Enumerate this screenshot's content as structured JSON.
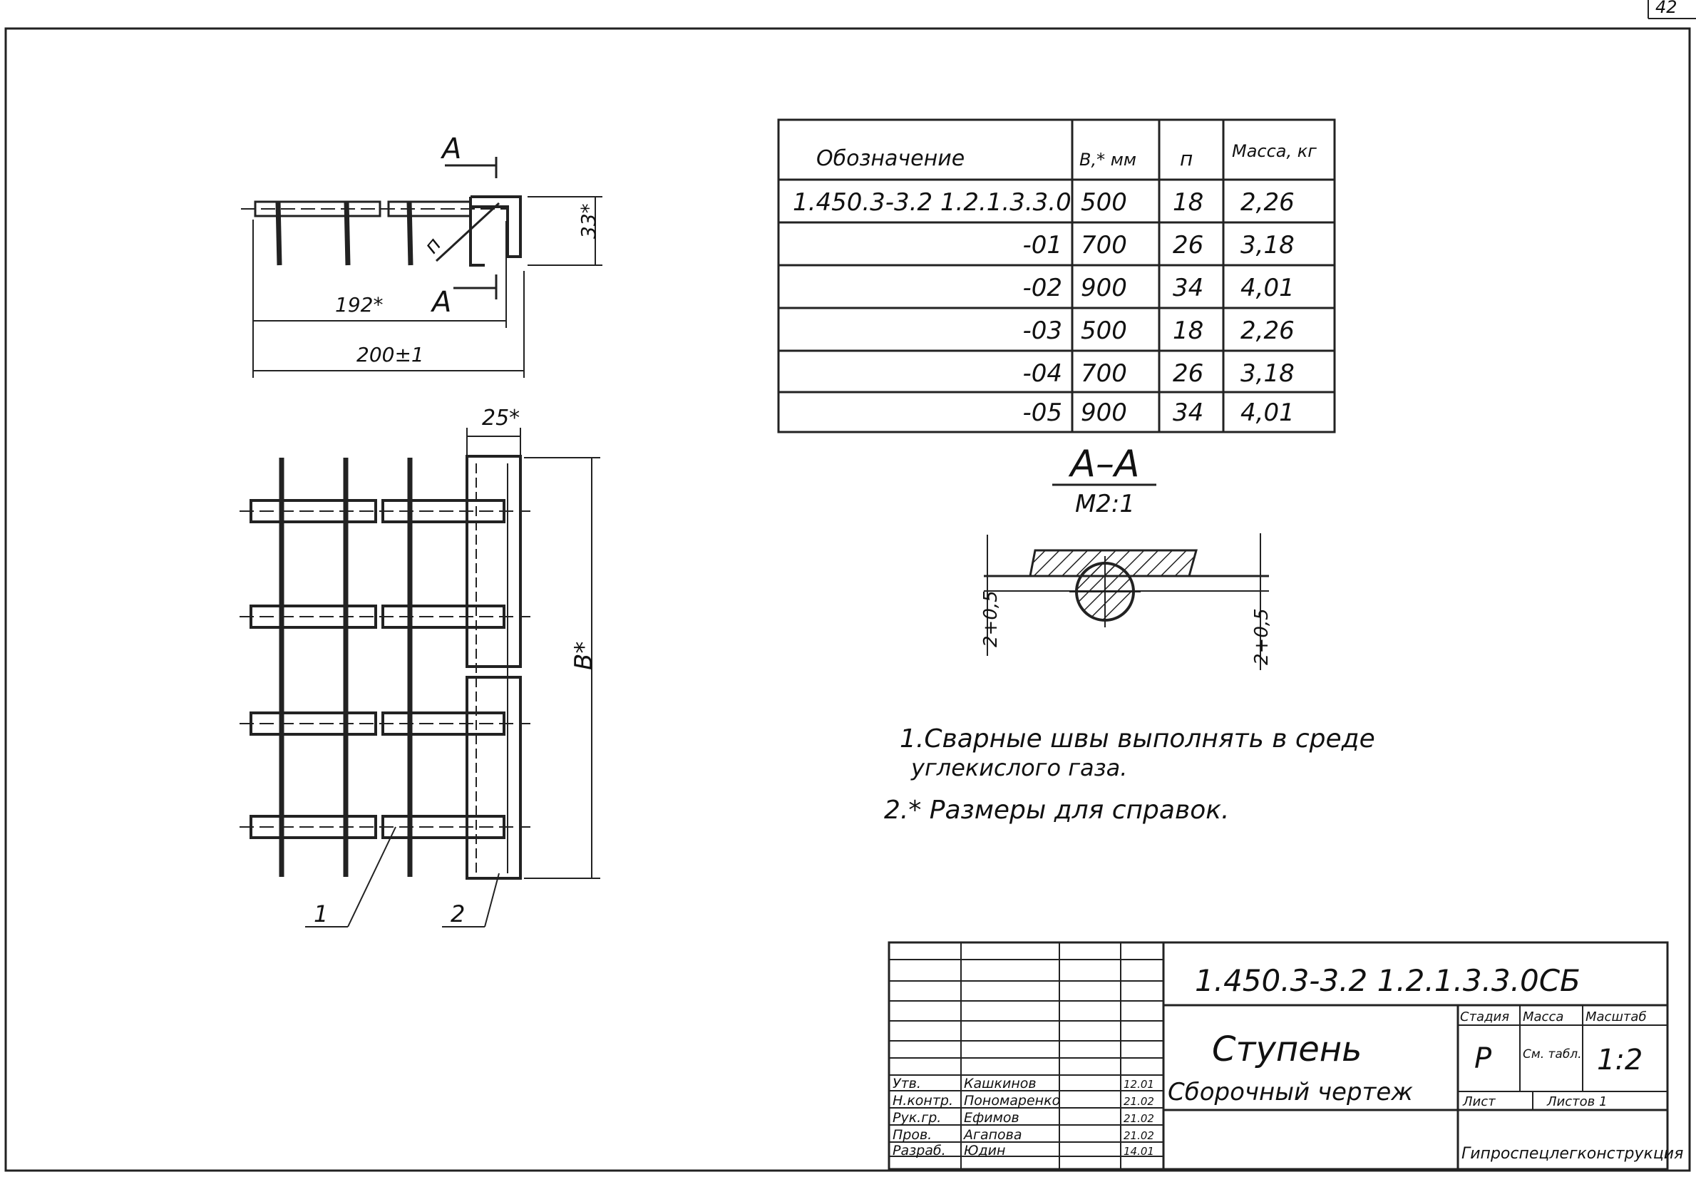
{
  "sheet_number": "42",
  "left_view": {
    "section_label_top": "A",
    "section_label_bottom": "A",
    "pos_n": "п",
    "dim_33": "33*",
    "dim_192": "192*",
    "dim_200": "200±1",
    "dim_25": "25*",
    "dim_B": "В*",
    "callout_1": "1",
    "callout_2": "2"
  },
  "spec_table": {
    "headers": [
      "Обозначение",
      "В,* мм",
      "п",
      "Масса, кг"
    ],
    "rows": [
      {
        "designation": "1.450.3-3.2  1.2.1.3.3.0",
        "b": "500",
        "n": "18",
        "mass": "2,26"
      },
      {
        "designation": "-01",
        "b": "700",
        "n": "26",
        "mass": "3,18"
      },
      {
        "designation": "-02",
        "b": "900",
        "n": "34",
        "mass": "4,01"
      },
      {
        "designation": "-03",
        "b": "500",
        "n": "18",
        "mass": "2,26"
      },
      {
        "designation": "-04",
        "b": "700",
        "n": "26",
        "mass": "3,18"
      },
      {
        "designation": "-05",
        "b": "900",
        "n": "34",
        "mass": "4,01"
      }
    ]
  },
  "section": {
    "title": "А–А",
    "scale": "М2:1",
    "dim_left": "2+0,5",
    "dim_right": "2+0,5"
  },
  "notes": {
    "note1_line1": "1.Сварные швы выполнять в среде",
    "note1_line2": "углекислого газа.",
    "note2": "2.* Размеры для справок."
  },
  "title_block": {
    "doc_code": "1.450.3-3.2  1.2.1.3.3.0СБ",
    "title": "Ступень",
    "subtitle": "Сборочный чертеж",
    "stage_label": "Стадия",
    "mass_label": "Масса",
    "scale_label": "Масштаб",
    "stage": "Р",
    "mass": "См. табл.",
    "scale": "1:2",
    "sheet_label": "Лист",
    "sheets_label": "Листов 1",
    "org": "Гипроспецлегконструкция",
    "people": [
      {
        "role": "Утв.",
        "name": "Кашкинов",
        "date": "12.01"
      },
      {
        "role": "Н.контр.",
        "name": "Пономаренко",
        "date": "21.02"
      },
      {
        "role": "Рук.гр.",
        "name": "Ефимов",
        "date": "21.02"
      },
      {
        "role": "Пров.",
        "name": "Агапова",
        "date": "21.02"
      },
      {
        "role": "Разраб.",
        "name": "Юдин",
        "date": "14.01"
      }
    ]
  }
}
